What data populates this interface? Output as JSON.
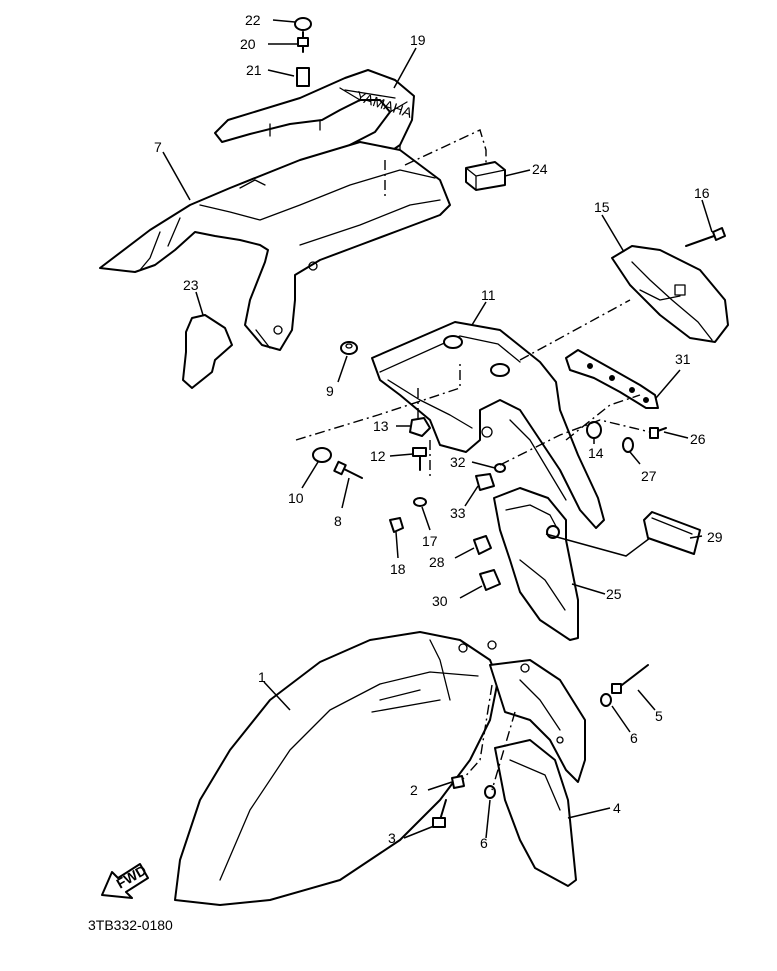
{
  "diagram_code": "3TB332-0180",
  "fwd_label": "FWD",
  "callouts": {
    "c1": "1",
    "c2": "2",
    "c3": "3",
    "c4": "4",
    "c5": "5",
    "c6a": "6",
    "c6b": "6",
    "c7": "7",
    "c8": "8",
    "c9": "9",
    "c10": "10",
    "c11": "11",
    "c12": "12",
    "c13": "13",
    "c14": "14",
    "c15": "15",
    "c16": "16",
    "c17": "17",
    "c18": "18",
    "c19": "19",
    "c20": "20",
    "c21": "21",
    "c22": "22",
    "c23": "23",
    "c24": "24",
    "c25": "25",
    "c26": "26",
    "c27": "27",
    "c28": "28",
    "c29": "29",
    "c30": "30",
    "c31": "31",
    "c32": "32",
    "c33": "33"
  }
}
